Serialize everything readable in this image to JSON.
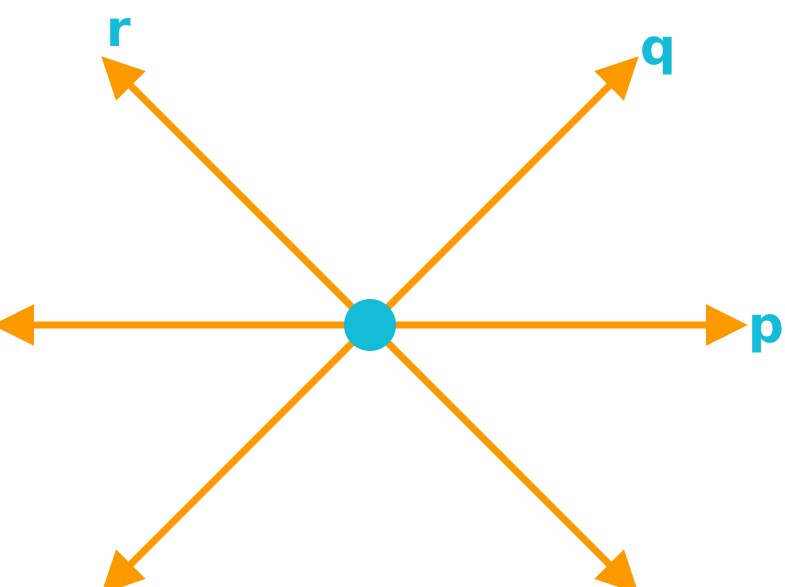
{
  "colors": {
    "line": "#ff9900",
    "point": "#15bcd8",
    "label": "#15bcd8",
    "background": "#ffffff"
  },
  "labels": {
    "p": "p",
    "q": "q",
    "r": "r"
  }
}
